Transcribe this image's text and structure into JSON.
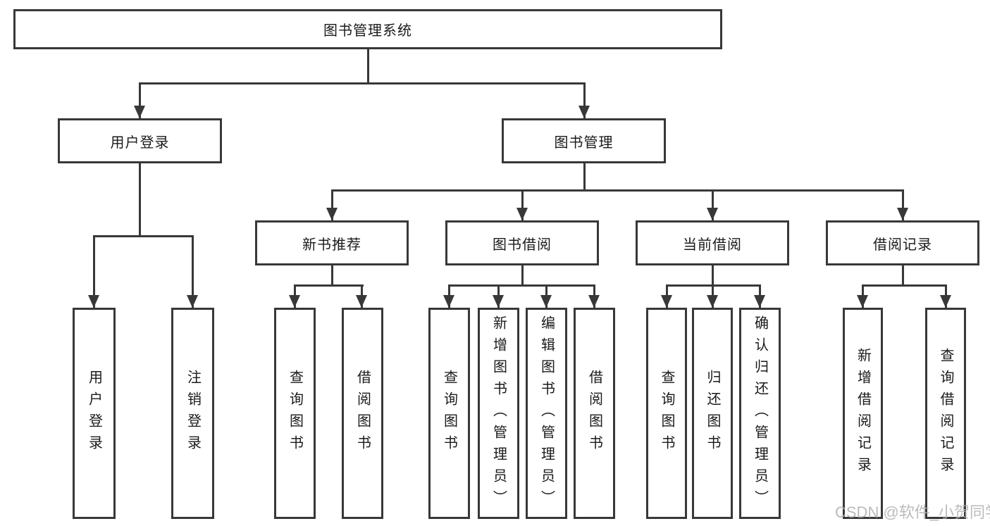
{
  "diagram": {
    "root": {
      "label": "图书管理系统"
    },
    "branches": [
      {
        "label": "用户登录",
        "children": [
          {
            "label": "用户登录"
          },
          {
            "label": "注销登录"
          }
        ]
      },
      {
        "label": "图书管理",
        "children": [
          {
            "label": "新书推荐",
            "children": [
              {
                "label": "查询图书"
              },
              {
                "label": "借阅图书"
              }
            ]
          },
          {
            "label": "图书借阅",
            "children": [
              {
                "label": "查询图书"
              },
              {
                "label": "新增图书（管理员）"
              },
              {
                "label": "编辑图书（管理员）"
              },
              {
                "label": "借阅图书"
              }
            ]
          },
          {
            "label": "当前借阅",
            "children": [
              {
                "label": "查询图书"
              },
              {
                "label": "归还图书"
              },
              {
                "label": "确认归还（管理员）"
              }
            ]
          },
          {
            "label": "借阅记录",
            "children": [
              {
                "label": "新增借阅记录"
              },
              {
                "label": "查询借阅记录"
              }
            ]
          }
        ]
      }
    ]
  },
  "watermark": {
    "text": "CSDN @软件_小贺同学"
  },
  "colors": {
    "line": "#383838",
    "text": "#1a1a1a",
    "watermark": "#b0b0b0",
    "background": "#ffffff"
  }
}
